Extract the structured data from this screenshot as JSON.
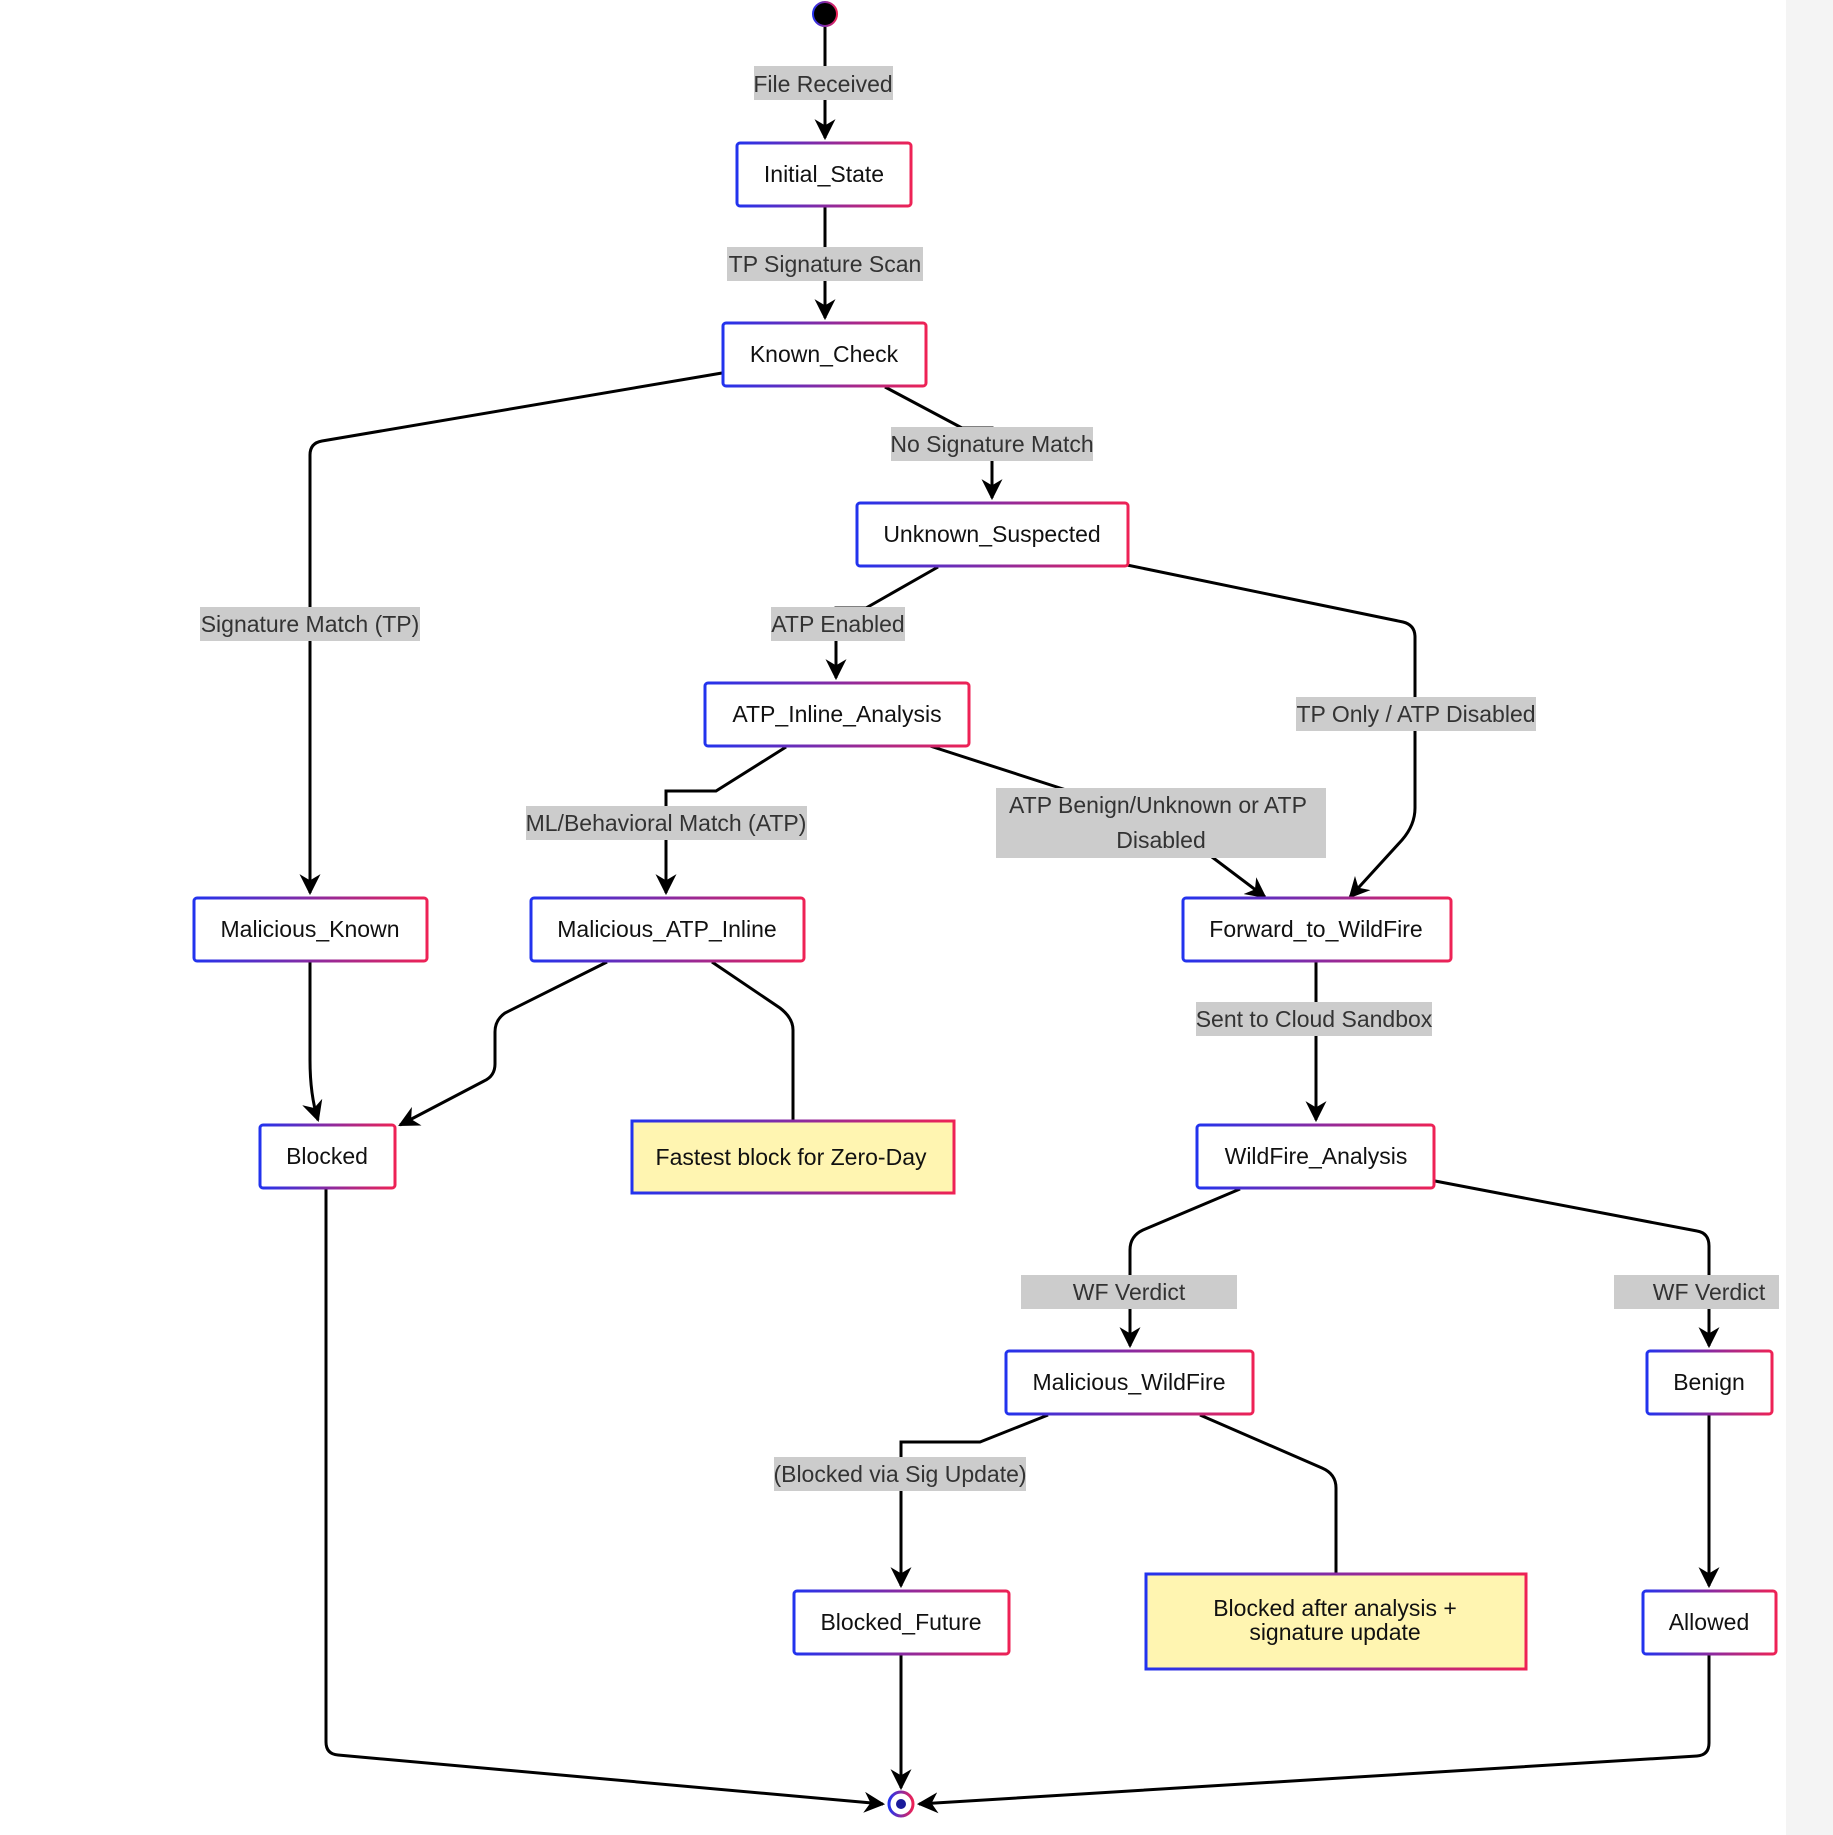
{
  "nodes": {
    "initial_state": "Initial_State",
    "known_check": "Known_Check",
    "unknown_suspected": "Unknown_Suspected",
    "atp_inline_analysis": "ATP_Inline_Analysis",
    "malicious_known": "Malicious_Known",
    "malicious_atp_inline": "Malicious_ATP_Inline",
    "forward_to_wildfire": "Forward_to_WildFire",
    "blocked": "Blocked",
    "wildfire_analysis": "WildFire_Analysis",
    "malicious_wildfire": "Malicious_WildFire",
    "benign": "Benign",
    "blocked_future": "Blocked_Future",
    "allowed": "Allowed"
  },
  "notes": {
    "zero_day": "Fastest block for Zero-Day",
    "after_analysis_line1": "Blocked after analysis +",
    "after_analysis_line2": "signature update"
  },
  "edges": {
    "file_received": "File Received",
    "tp_signature_scan": "TP Signature Scan",
    "no_signature_match": "No Signature Match",
    "signature_match_tp": "Signature Match (TP)",
    "atp_enabled": "ATP Enabled",
    "tp_only_atp_disabled": "TP Only / ATP Disabled",
    "ml_behavioral_match": "ML/Behavioral Match (ATP)",
    "atp_benign_line1": "ATP Benign/Unknown or ATP",
    "atp_benign_line2": "Disabled",
    "sent_to_cloud_sandbox": "Sent to Cloud Sandbox",
    "wf_verdict_malicious": "WF Verdict",
    "wf_verdict_benign": "WF Verdict",
    "blocked_via_sig_update": "(Blocked via Sig Update)"
  },
  "colors": {
    "node_border_start": "#2233ee",
    "node_border_end": "#ee2255",
    "edge_label_bg": "#cccccc",
    "note_fill": "#fff5b1",
    "edge": "#000000"
  }
}
